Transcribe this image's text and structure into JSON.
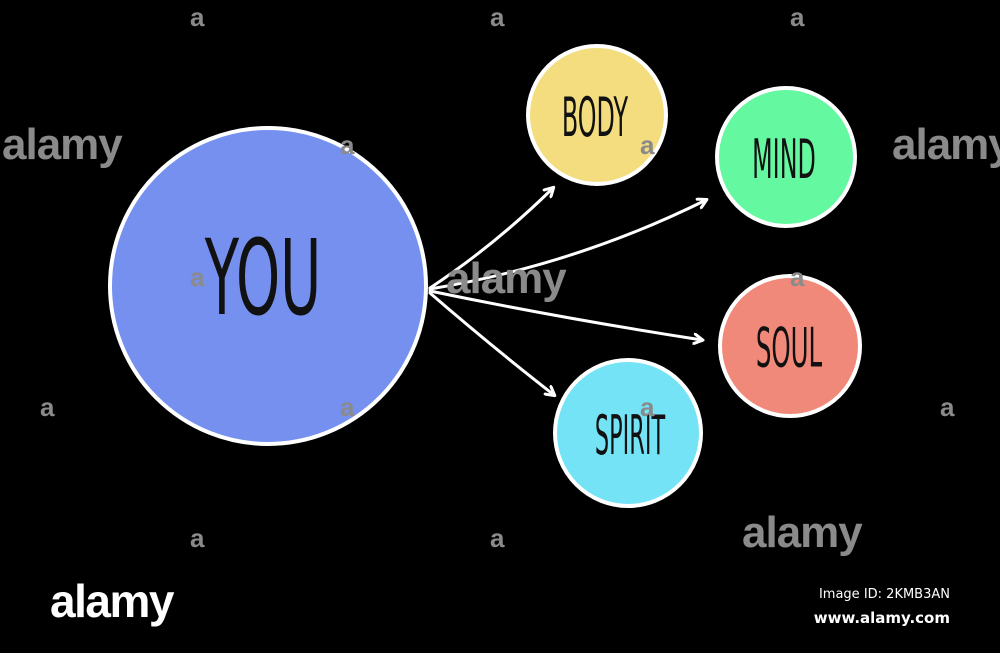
{
  "diagram": {
    "center": {
      "label": "YOU",
      "color": "#7590ee"
    },
    "nodes": [
      {
        "id": "body",
        "label": "BODY",
        "color": "#f3dd7f"
      },
      {
        "id": "mind",
        "label": "MIND",
        "color": "#64f8a1"
      },
      {
        "id": "soul",
        "label": "SOUL",
        "color": "#f0897a"
      },
      {
        "id": "spirit",
        "label": "SPIRIT",
        "color": "#74e3f5"
      }
    ],
    "outline_color": "#ffffff",
    "arrow_color": "#ffffff"
  },
  "watermark": {
    "word": "alamy",
    "letter": "a"
  },
  "footer": {
    "logo": "alamy",
    "image_id": "Image ID: 2KMB3AN",
    "url": "www.alamy.com"
  }
}
